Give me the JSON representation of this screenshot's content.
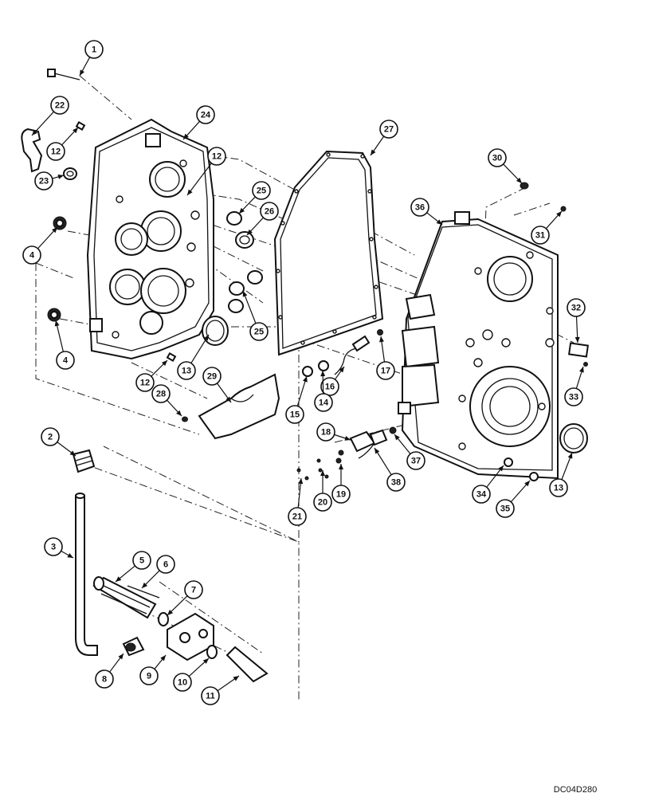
{
  "drawing_code": "DC04D280",
  "callouts": [
    "1",
    "22",
    "12",
    "24",
    "12",
    "27",
    "30",
    "23",
    "25",
    "26",
    "36",
    "31",
    "4",
    "25",
    "32",
    "4",
    "13",
    "16",
    "17",
    "12",
    "15",
    "14",
    "33",
    "29",
    "28",
    "18",
    "37",
    "13",
    "2",
    "38",
    "34",
    "35",
    "19",
    "20",
    "21",
    "3",
    "5",
    "6",
    "7",
    "8",
    "9",
    "10",
    "11"
  ]
}
